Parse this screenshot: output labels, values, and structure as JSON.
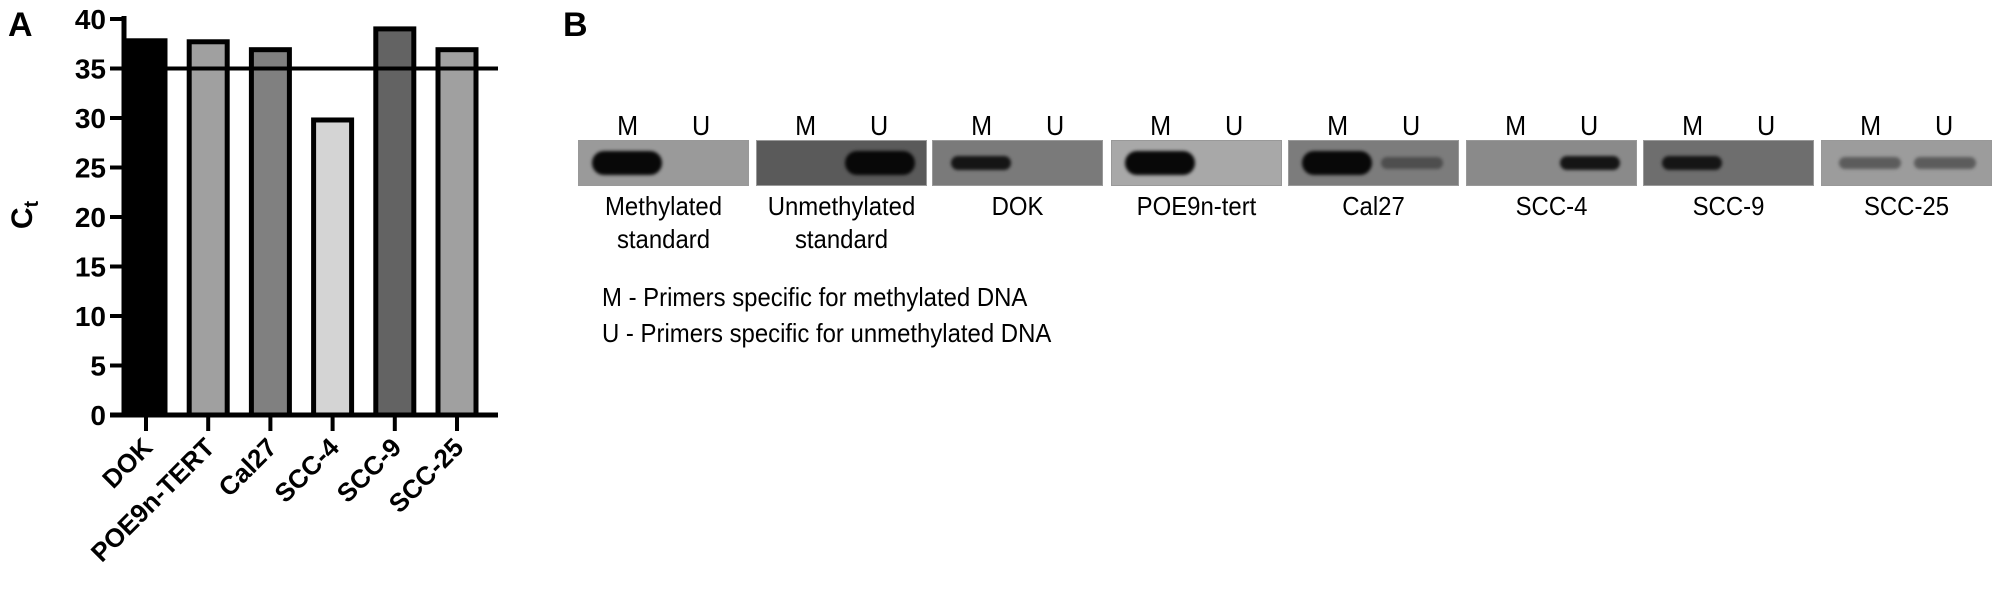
{
  "panels": {
    "a_letter": "A",
    "b_letter": "B"
  },
  "chart_data": {
    "type": "bar",
    "title": "",
    "xlabel": "",
    "ylabel": "Ct",
    "ylabel_main": "C",
    "ylabel_sub": "t",
    "categories": [
      "DOK",
      "POE9n-TERT",
      "Cal27",
      "SCC-4",
      "SCC-9",
      "SCC-25"
    ],
    "values": [
      37.8,
      37.7,
      36.9,
      29.8,
      39.0,
      36.9
    ],
    "bar_colors": [
      "#000000",
      "#a0a0a0",
      "#808080",
      "#d4d4d4",
      "#636363",
      "#a0a0a0"
    ],
    "threshold_line": 35,
    "ylim": [
      0,
      40
    ],
    "yticks": [
      0,
      5,
      10,
      15,
      20,
      25,
      30,
      35,
      40
    ],
    "grid": false,
    "legend": null
  },
  "gel": {
    "lane_labels": {
      "m": "M",
      "u": "U"
    },
    "samples": [
      {
        "name": "Methylated",
        "name2": "standard",
        "m_band": "strong",
        "u_band": "none"
      },
      {
        "name": "Unmethylated",
        "name2": "standard",
        "m_band": "none",
        "u_band": "strong"
      },
      {
        "name": "DOK",
        "name2": "",
        "m_band": "medium",
        "u_band": "none"
      },
      {
        "name": "POE9n-tert",
        "name2": "",
        "m_band": "strong",
        "u_band": "none"
      },
      {
        "name": "Cal27",
        "name2": "",
        "m_band": "strong",
        "u_band": "faint"
      },
      {
        "name": "SCC-4",
        "name2": "",
        "m_band": "none",
        "u_band": "medium"
      },
      {
        "name": "SCC-9",
        "name2": "",
        "m_band": "medium",
        "u_band": "none"
      },
      {
        "name": "SCC-25",
        "name2": "",
        "m_band": "faint",
        "u_band": "faint"
      }
    ],
    "legend": [
      "M - Primers specific for methylated DNA",
      "U - Primers specific for unmethylated DNA"
    ]
  }
}
